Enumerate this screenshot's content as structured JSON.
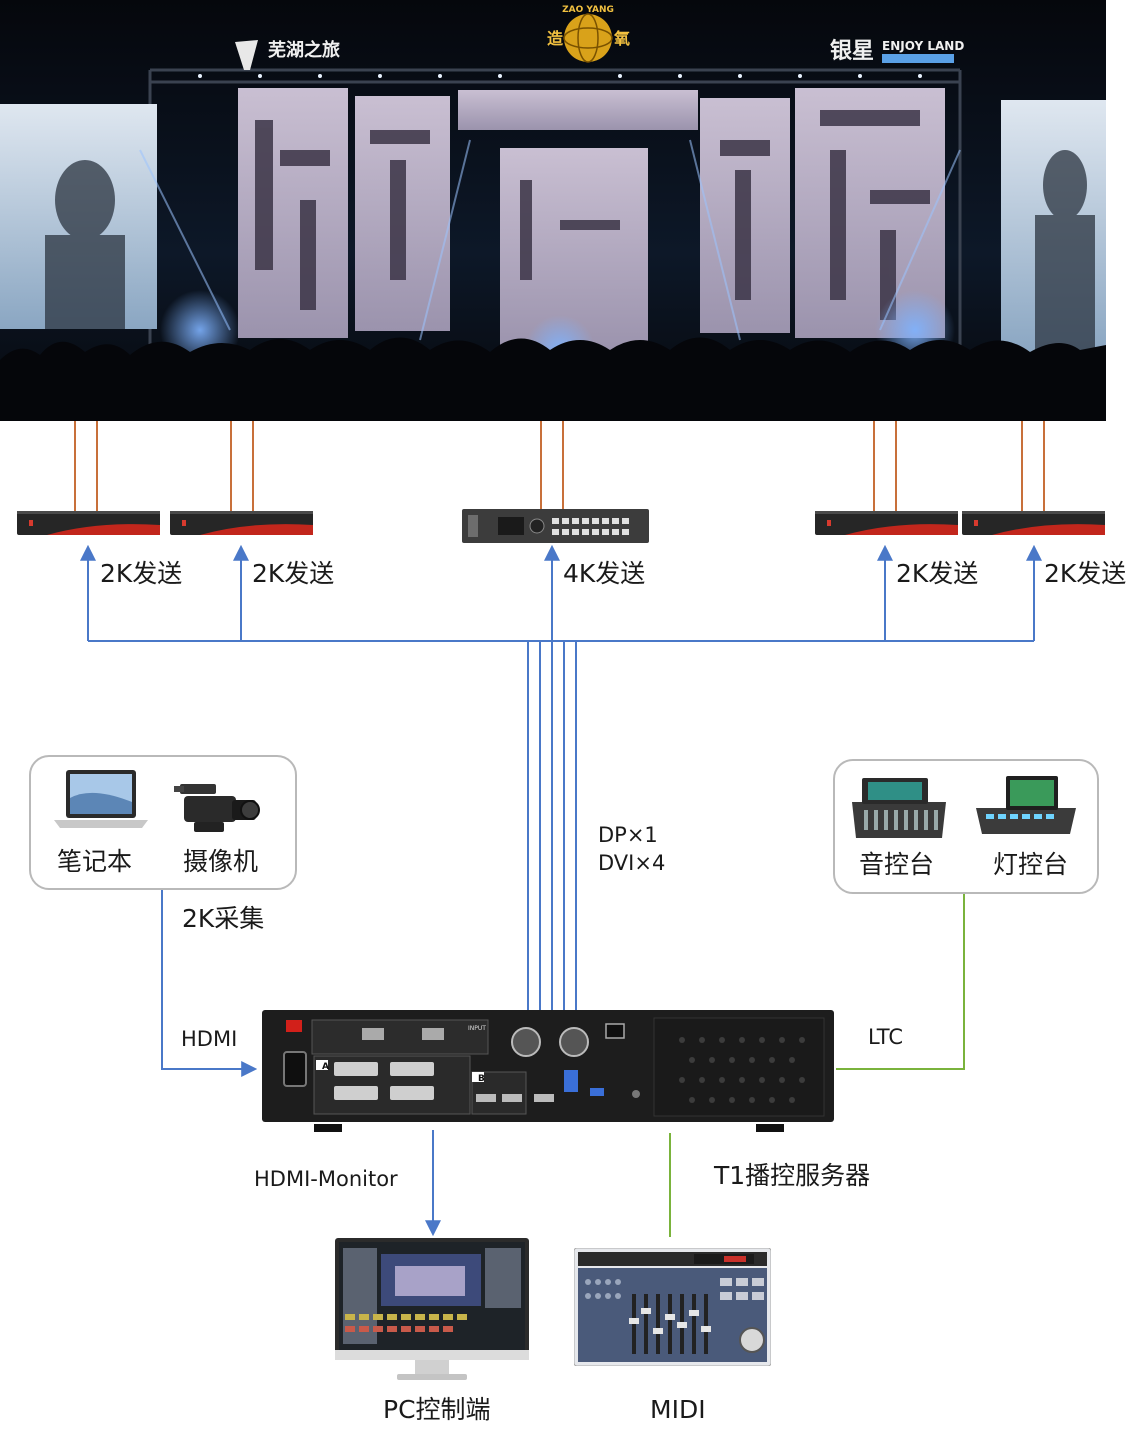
{
  "concert_logos": {
    "left": "芜湖之旅",
    "center_top": "ZAO YANG",
    "center_left": "造",
    "center_right": "氧",
    "right_cn": "银星",
    "right_en": "ENJOY LAND"
  },
  "senders": [
    {
      "label": "2K发送"
    },
    {
      "label": "2K发送"
    },
    {
      "label": "4K发送"
    },
    {
      "label": "2K发送"
    },
    {
      "label": "2K发送"
    }
  ],
  "signal_note": {
    "line1": "DP×1",
    "line2": "DVI×4"
  },
  "input_group": {
    "items": [
      {
        "label": "笔记本"
      },
      {
        "label": "摄像机"
      }
    ],
    "capture_label": "2K采集",
    "link_label": "HDMI"
  },
  "console_group": {
    "items": [
      {
        "label": "音控台"
      },
      {
        "label": "灯控台"
      }
    ],
    "link_label": "LTC"
  },
  "server": {
    "monitor_link": "HDMI-Monitor",
    "name": "T1播控服务器",
    "panel": {
      "card_a": "A",
      "card_b": "B",
      "input": "INPUT"
    }
  },
  "outputs": [
    {
      "label": "PC控制端"
    },
    {
      "label": "MIDI"
    }
  ],
  "colors": {
    "blue_link": "#4a78c8",
    "orange_link": "#c8703a",
    "green_link": "#7ab33c"
  }
}
